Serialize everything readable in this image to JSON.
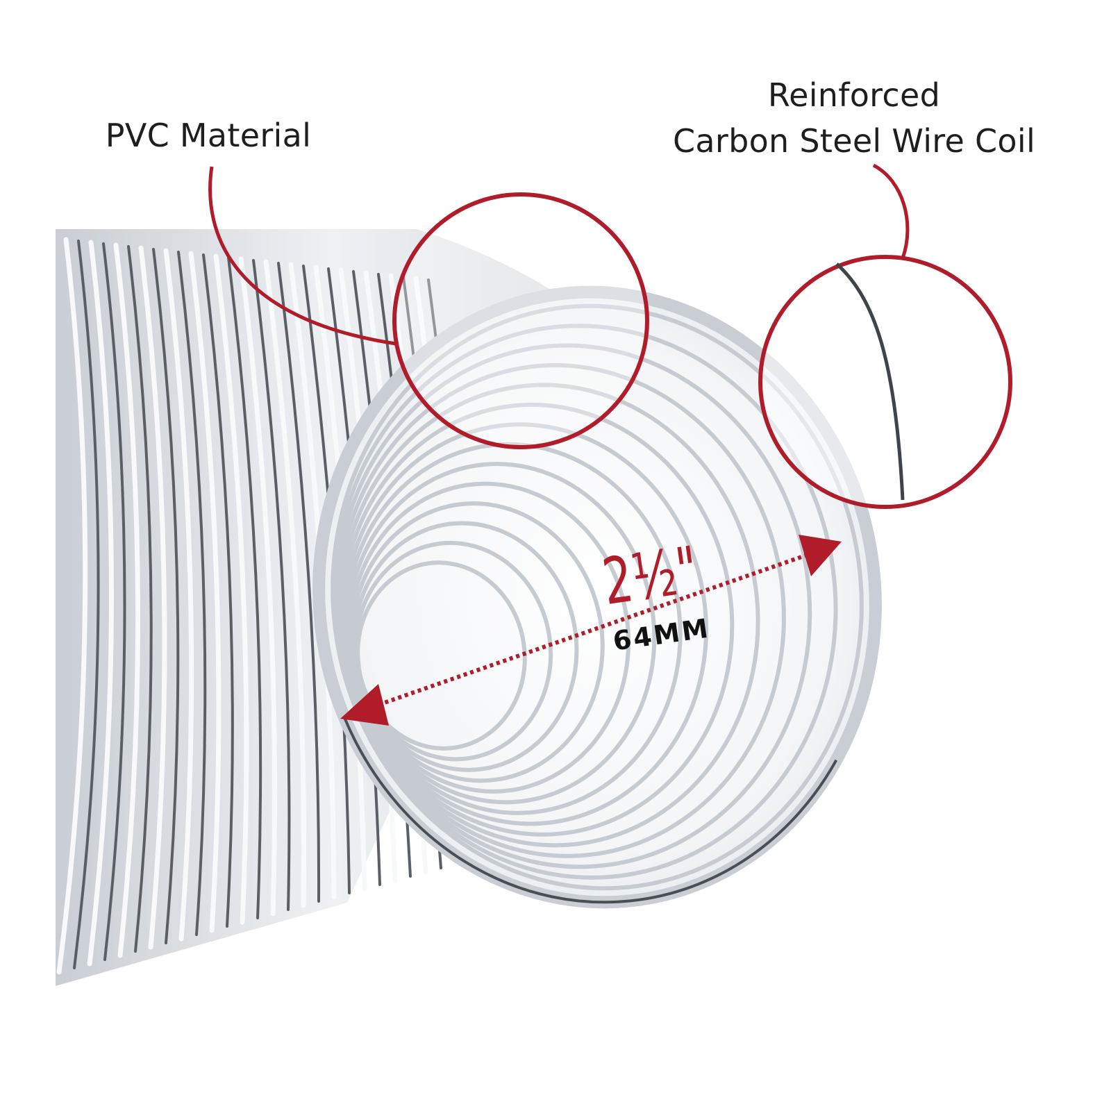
{
  "callouts": {
    "pvc": "PVC Material",
    "wire_line1": "Reinforced",
    "wire_line2": "Carbon Steel Wire Coil"
  },
  "dimension": {
    "inches": "2½\"",
    "metric": "64MM"
  },
  "colors": {
    "accent": "#b01c2a",
    "text": "#1e1e1e",
    "hose": "#dfe4e9",
    "wire": "#3f444a"
  }
}
